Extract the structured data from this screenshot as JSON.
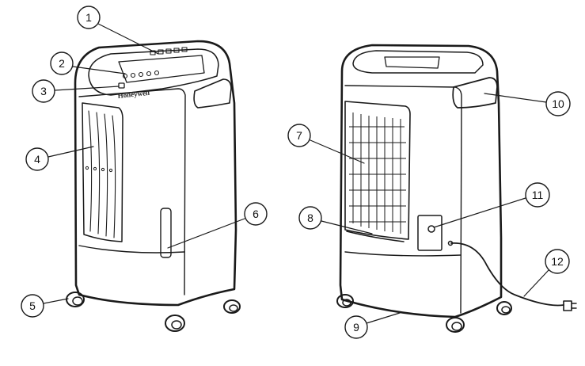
{
  "brand_text": "Honeywell",
  "callouts": [
    {
      "num": "1",
      "part": "control-panel-top"
    },
    {
      "num": "2",
      "part": "control-buttons"
    },
    {
      "num": "3",
      "part": "indicator-light"
    },
    {
      "num": "4",
      "part": "louvers"
    },
    {
      "num": "5",
      "part": "caster-wheel"
    },
    {
      "num": "6",
      "part": "water-level-indicator"
    },
    {
      "num": "7",
      "part": "rear-filter-grille"
    },
    {
      "num": "8",
      "part": "filter-tab"
    },
    {
      "num": "9",
      "part": "caster-wheel-rear"
    },
    {
      "num": "10",
      "part": "carry-handle"
    },
    {
      "num": "11",
      "part": "power-cord-outlet"
    },
    {
      "num": "12",
      "part": "power-cord"
    }
  ],
  "colors": {
    "line": "#1a1a1a",
    "background": "#ffffff",
    "fill": "#ffffff"
  }
}
